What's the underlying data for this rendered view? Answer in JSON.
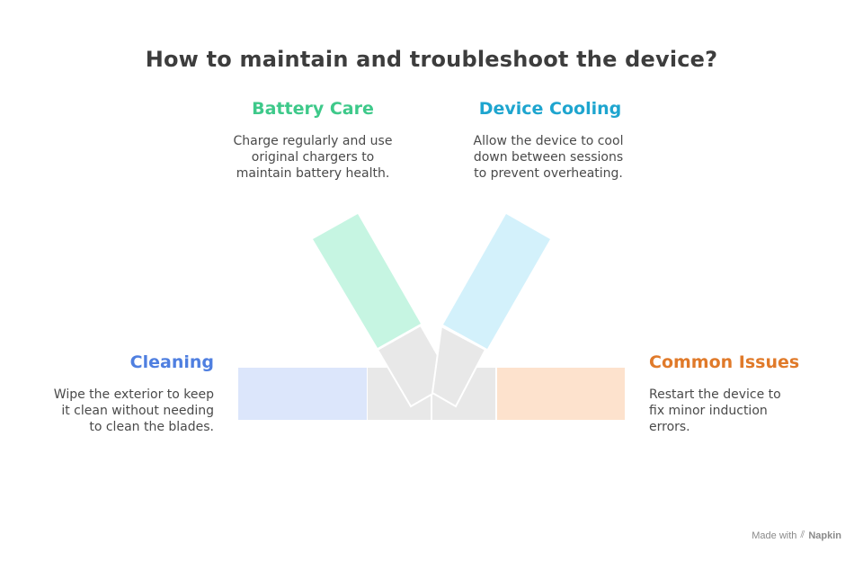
{
  "title": "How to maintain and troubleshoot the device?",
  "items": {
    "battery": {
      "heading": "Battery Care",
      "color": "#3ec98a",
      "fill": "#c6f5e2",
      "lines": [
        "Charge regularly and use",
        "original chargers to",
        "maintain battery health."
      ]
    },
    "cooling": {
      "heading": "Device Cooling",
      "color": "#1ea5cf",
      "fill": "#d3f1fb",
      "lines": [
        "Allow the device to cool",
        "down between sessions",
        "to prevent overheating."
      ]
    },
    "cleaning": {
      "heading": "Cleaning",
      "color": "#4f7fe0",
      "fill": "#dce6fb",
      "lines": [
        "Wipe the exterior to keep",
        "it clean without needing",
        "to clean the blades."
      ]
    },
    "issues": {
      "heading": "Common Issues",
      "color": "#e07a2a",
      "fill": "#fde2cd",
      "lines": [
        "Restart the device to",
        "fix minor induction",
        "errors."
      ]
    }
  },
  "hub_color": "#e8e8e8",
  "brand": {
    "prefix": "Made with",
    "name": "Napkin"
  }
}
